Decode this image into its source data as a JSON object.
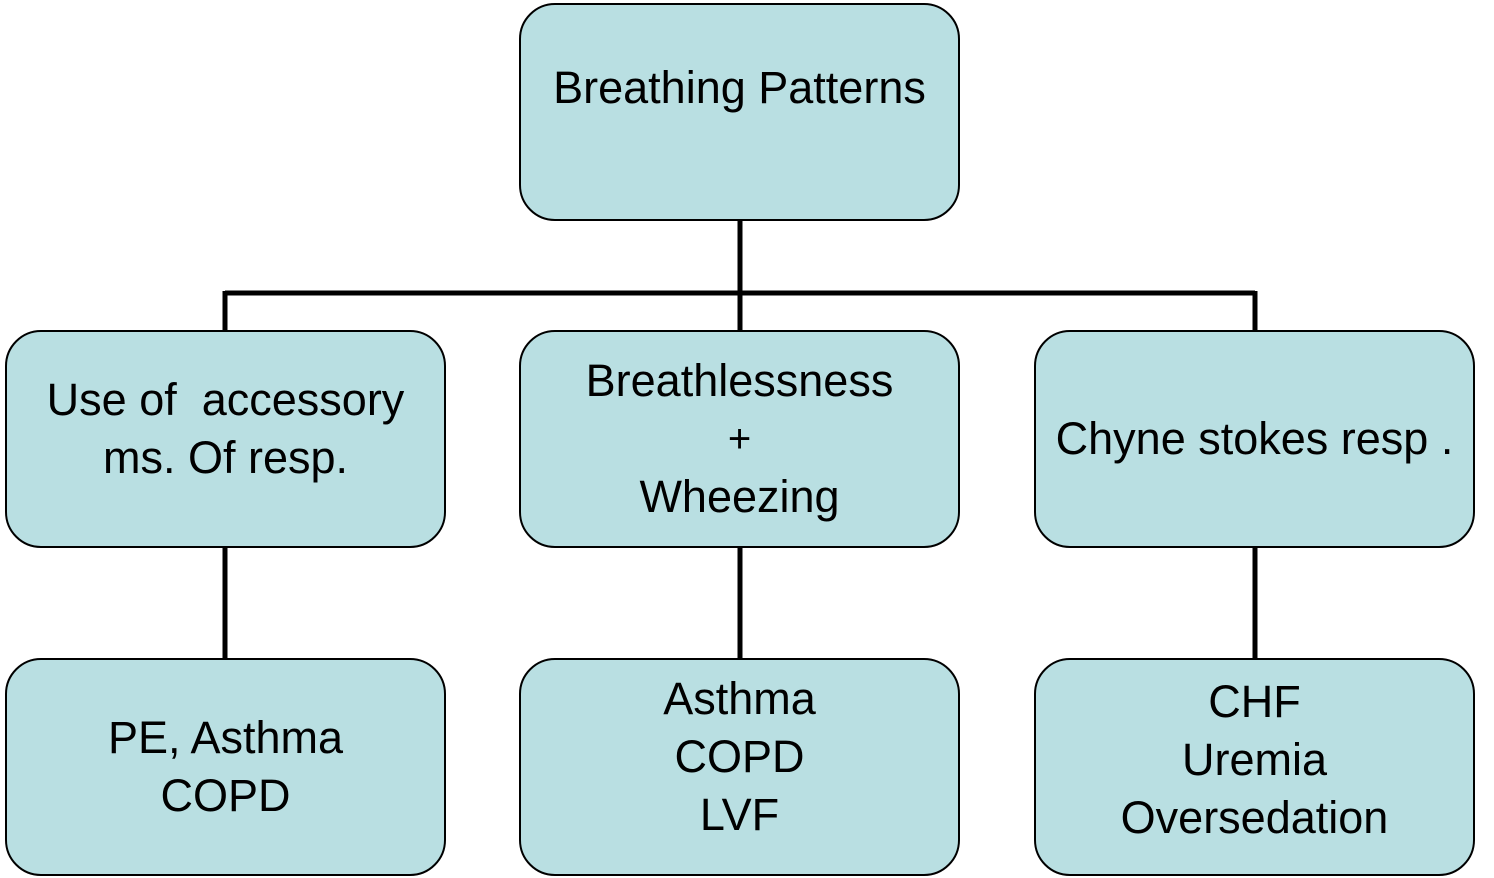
{
  "diagram": {
    "root": {
      "label": "Breathing Patterns"
    },
    "branches": [
      {
        "label_lines": [
          "Use of  accessory",
          "ms. Of resp."
        ],
        "causes_lines": [
          "PE, Asthma",
          "COPD"
        ]
      },
      {
        "label_lines": [
          "Breathlessness",
          "+",
          "Wheezing"
        ],
        "causes_lines": [
          "Asthma",
          "COPD",
          "LVF"
        ]
      },
      {
        "label_lines": [
          "Chyne stokes resp ."
        ],
        "causes_lines": [
          "CHF",
          "Uremia",
          "Oversedation"
        ]
      }
    ]
  },
  "colors": {
    "node_fill": "#b9dfe2",
    "node_border": "#000000",
    "connector": "#000000",
    "text": "#000000",
    "background": "#ffffff"
  }
}
